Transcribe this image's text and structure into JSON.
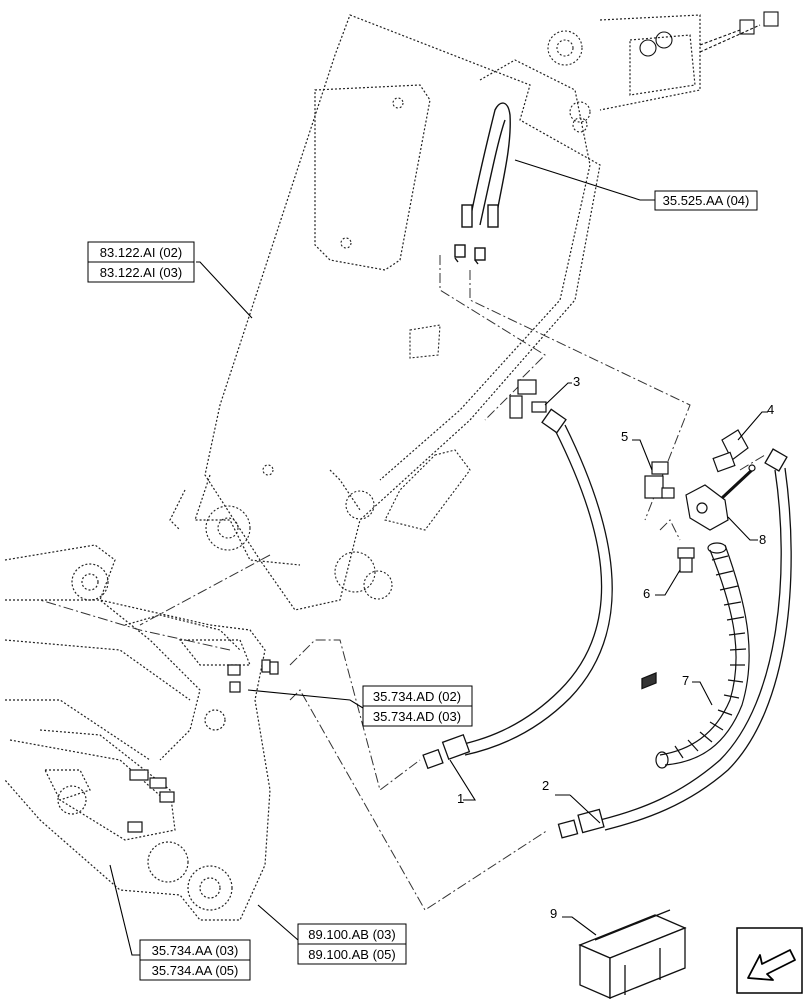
{
  "references": {
    "r_35525": "35.525.AA (04)",
    "r_83122_02": "83.122.AI (02)",
    "r_83122_03": "83.122.AI (03)",
    "r_35734ad_02": "35.734.AD (02)",
    "r_35734ad_03": "35.734.AD (03)",
    "r_89100_03": "89.100.AB (03)",
    "r_89100_05": "89.100.AB (05)",
    "r_35734aa_03": "35.734.AA (03)",
    "r_35734aa_05": "35.734.AA (05)"
  },
  "callouts": {
    "c1": "1",
    "c2": "2",
    "c3": "3",
    "c4": "4",
    "c5": "5",
    "c6": "6",
    "c7": "7",
    "c8": "8",
    "c9": "9"
  },
  "icons": {
    "nav": "arrow-icon",
    "kit": "kit-box-icon"
  }
}
